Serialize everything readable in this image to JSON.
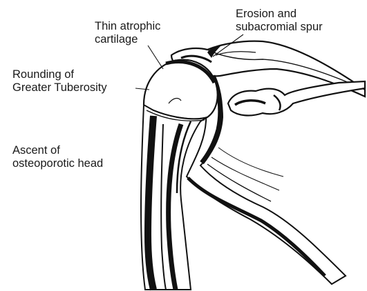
{
  "figure": {
    "labels": {
      "erosion": {
        "line1": "Erosion and",
        "line2": "subacromial spur"
      },
      "cartilage": {
        "line1": "Thin atrophic",
        "line2": "cartilage"
      },
      "rounding": {
        "line1": "Rounding of",
        "line2": "Greater Tuberosity"
      },
      "ascent": {
        "line1": "Ascent of",
        "line2": "osteoporotic head"
      }
    },
    "colors": {
      "ink": "#111111",
      "paper": "#ffffff"
    }
  }
}
